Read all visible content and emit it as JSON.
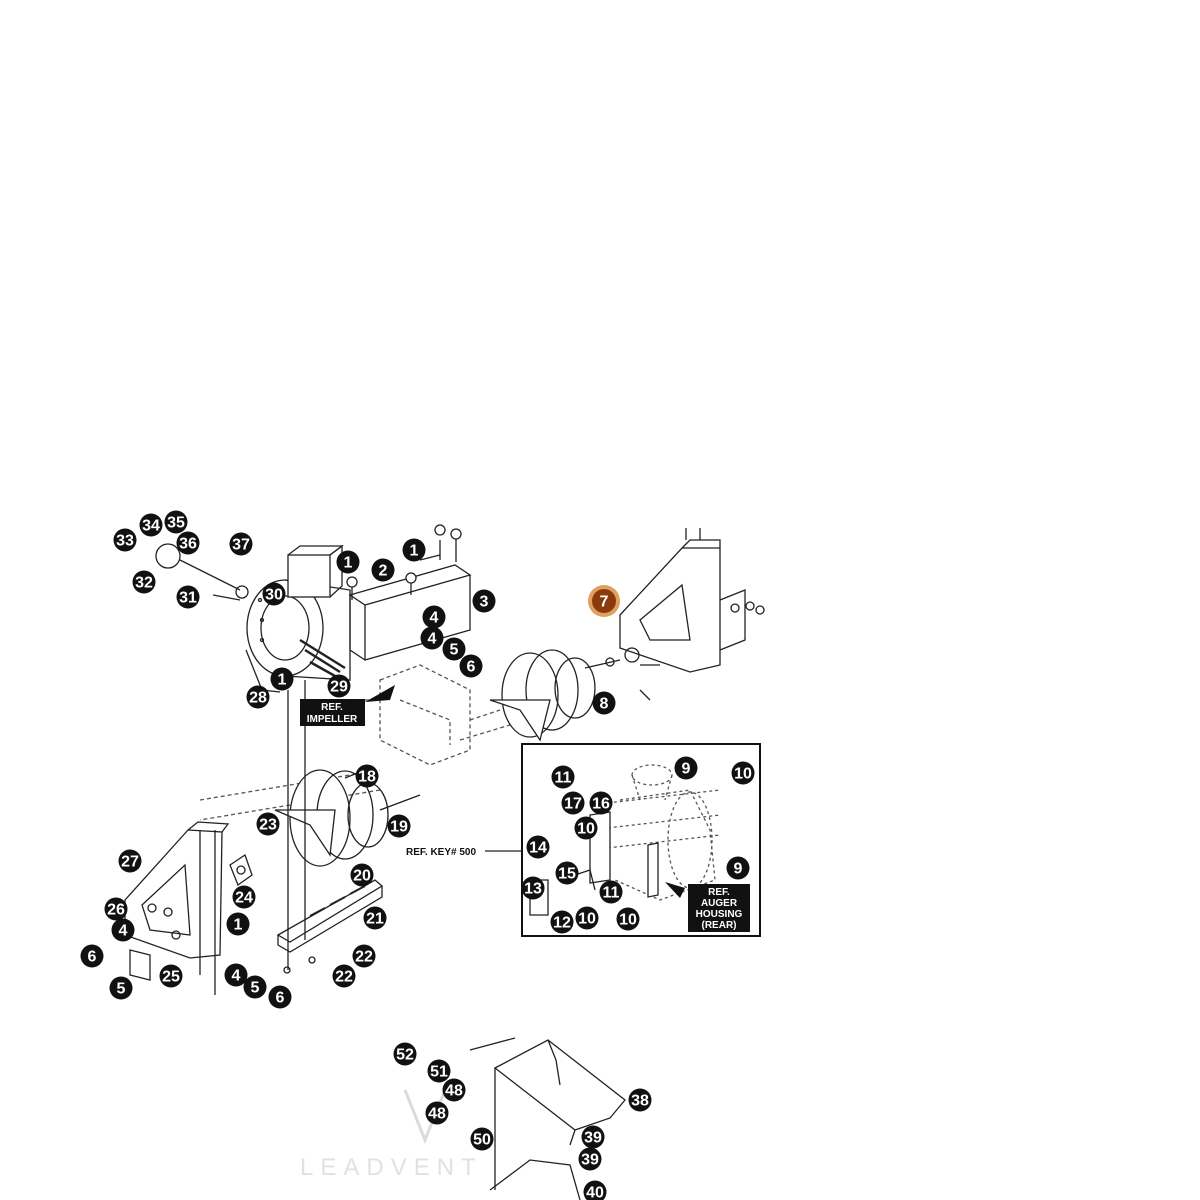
{
  "callouts": [
    {
      "n": "34"
    },
    {
      "n": "35"
    },
    {
      "n": "33"
    },
    {
      "n": "36"
    },
    {
      "n": "37"
    },
    {
      "n": "32"
    },
    {
      "n": "31"
    },
    {
      "n": "30"
    },
    {
      "n": "1"
    },
    {
      "n": "2"
    },
    {
      "n": "1"
    },
    {
      "n": "3"
    },
    {
      "n": "4"
    },
    {
      "n": "4"
    },
    {
      "n": "5"
    },
    {
      "n": "6"
    },
    {
      "n": "1"
    },
    {
      "n": "29"
    },
    {
      "n": "28"
    },
    {
      "n": "7"
    },
    {
      "n": "8"
    },
    {
      "n": "18"
    },
    {
      "n": "19"
    },
    {
      "n": "23"
    },
    {
      "n": "27"
    },
    {
      "n": "24"
    },
    {
      "n": "20"
    },
    {
      "n": "21"
    },
    {
      "n": "26"
    },
    {
      "n": "1"
    },
    {
      "n": "4"
    },
    {
      "n": "6"
    },
    {
      "n": "25"
    },
    {
      "n": "5"
    },
    {
      "n": "4"
    },
    {
      "n": "5"
    },
    {
      "n": "6"
    },
    {
      "n": "22"
    },
    {
      "n": "22"
    },
    {
      "n": "11"
    },
    {
      "n": "9"
    },
    {
      "n": "10"
    },
    {
      "n": "17"
    },
    {
      "n": "16"
    },
    {
      "n": "10"
    },
    {
      "n": "14"
    },
    {
      "n": "15"
    },
    {
      "n": "13"
    },
    {
      "n": "11"
    },
    {
      "n": "9"
    },
    {
      "n": "12"
    },
    {
      "n": "10"
    },
    {
      "n": "10"
    },
    {
      "n": "52"
    },
    {
      "n": "51"
    },
    {
      "n": "48"
    },
    {
      "n": "48"
    },
    {
      "n": "50"
    },
    {
      "n": "38"
    },
    {
      "n": "39"
    },
    {
      "n": "39"
    },
    {
      "n": "40"
    }
  ],
  "labels": {
    "ref_impeller": [
      "REF.",
      "IMPELLER"
    ],
    "ref_key": "REF. KEY# 500",
    "ref_auger": [
      "REF.",
      "AUGER",
      "HOUSING",
      "(REAR)"
    ]
  },
  "watermark": "LEADVENT",
  "colors": {
    "callout_fill": "#111111",
    "highlight_fill": "#8a3b0e",
    "highlight_ring": "#e0a060",
    "line": "#222222"
  }
}
